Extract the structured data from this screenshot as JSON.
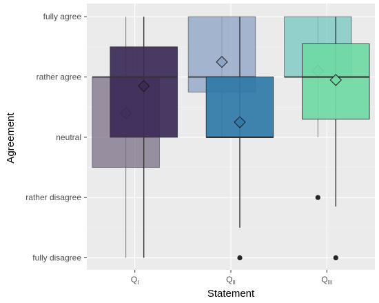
{
  "chart_data": {
    "type": "boxplot",
    "xlabel": "Statement",
    "ylabel": "Agreement",
    "categories": [
      {
        "base": "Q",
        "sub": "I"
      },
      {
        "base": "Q",
        "sub": "II"
      },
      {
        "base": "Q",
        "sub": "III"
      }
    ],
    "y_levels": [
      "fully disagree",
      "rather disagree",
      "neutral",
      "rather agree",
      "fully agree"
    ],
    "y_values": [
      1,
      2,
      3,
      4,
      5
    ],
    "ylim": [
      0.8,
      5.22
    ],
    "grid": true,
    "background": "#ebebeb",
    "series": [
      {
        "boxes": [
          {
            "category": 0,
            "q1": 2.5,
            "median": 4,
            "q3": 4,
            "whisker_low": 1,
            "whisker_high": 5,
            "mean": 3.4,
            "outliers": []
          },
          {
            "category": 1,
            "q1": 3.75,
            "median": 4,
            "q3": 5,
            "whisker_low": 3,
            "whisker_high": 5,
            "mean": 4.25,
            "outliers": []
          },
          {
            "category": 2,
            "q1": 4,
            "median": 4,
            "q3": 5,
            "whisker_low": 3,
            "whisker_high": 5,
            "mean": 4.1,
            "outliers": [
              2
            ]
          }
        ],
        "colors": [
          "#7b6f86",
          "#8aa2c4",
          "#73c7c0"
        ],
        "opacity": 0.75
      },
      {
        "boxes": [
          {
            "category": 0,
            "q1": 3,
            "median": 4,
            "q3": 4.5,
            "whisker_low": 1,
            "whisker_high": 5,
            "mean": 3.85,
            "outliers": []
          },
          {
            "category": 1,
            "q1": 3,
            "median": 3,
            "q3": 4,
            "whisker_low": 1.5,
            "whisker_high": 5,
            "mean": 3.25,
            "outliers": [
              1
            ]
          },
          {
            "category": 2,
            "q1": 3.3,
            "median": 4,
            "q3": 4.55,
            "whisker_low": 1.85,
            "whisker_high": 5,
            "mean": 3.95,
            "outliers": [
              1
            ]
          }
        ],
        "colors": [
          "#3b2a57",
          "#2f7aa7",
          "#6fd9a4"
        ],
        "opacity": 0.92
      }
    ]
  }
}
